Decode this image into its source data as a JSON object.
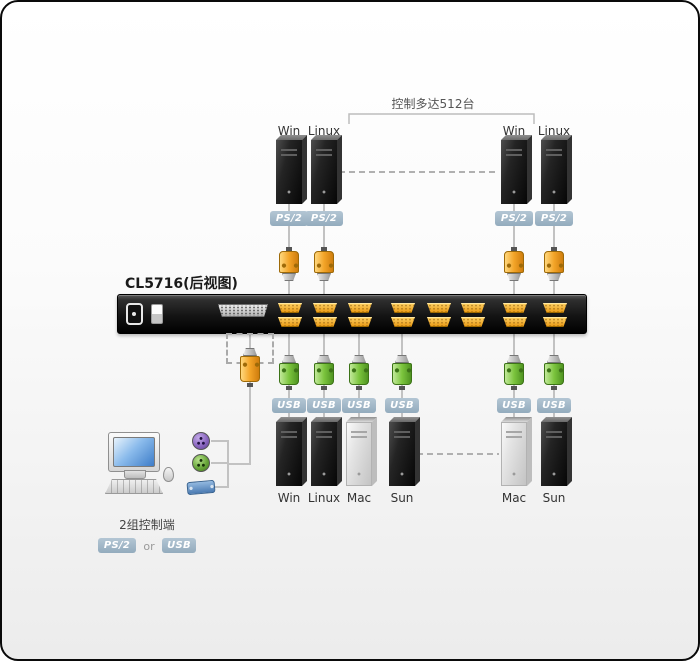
{
  "diagram": {
    "cascade_note": "控制多达512台",
    "device_label": "CL5716(后视图)",
    "console_note": "2组控制端",
    "or_text": "or",
    "ps2_badge": "PS/2",
    "usb_badge": "USB",
    "top_computers": [
      {
        "label": "Win"
      },
      {
        "label": "Linux"
      },
      {
        "label": "Win"
      },
      {
        "label": "Linux"
      }
    ],
    "bottom_computers": [
      {
        "label": "Win"
      },
      {
        "label": "Linux"
      },
      {
        "label": "Mac"
      },
      {
        "label": "Sun"
      },
      {
        "label": "Mac"
      },
      {
        "label": "Sun"
      }
    ],
    "colors": {
      "ps2_kvm_connector": "#f3a428",
      "usb_kvm_connector": "#7cc53e",
      "badge": "#9db4c4",
      "wire": "#c2c2c2",
      "switch_body": "#141414"
    },
    "icons": [
      "power-inlet-icon",
      "power-switch-icon",
      "console-port-icon",
      "kvm-port-icon",
      "ps2-kvm-cable-connector-icon",
      "usb-kvm-cable-connector-icon",
      "monitor-icon",
      "keyboard-icon",
      "mouse-icon",
      "ps2-keyboard-connector-icon",
      "ps2-mouse-connector-icon",
      "vga-connector-icon"
    ]
  }
}
